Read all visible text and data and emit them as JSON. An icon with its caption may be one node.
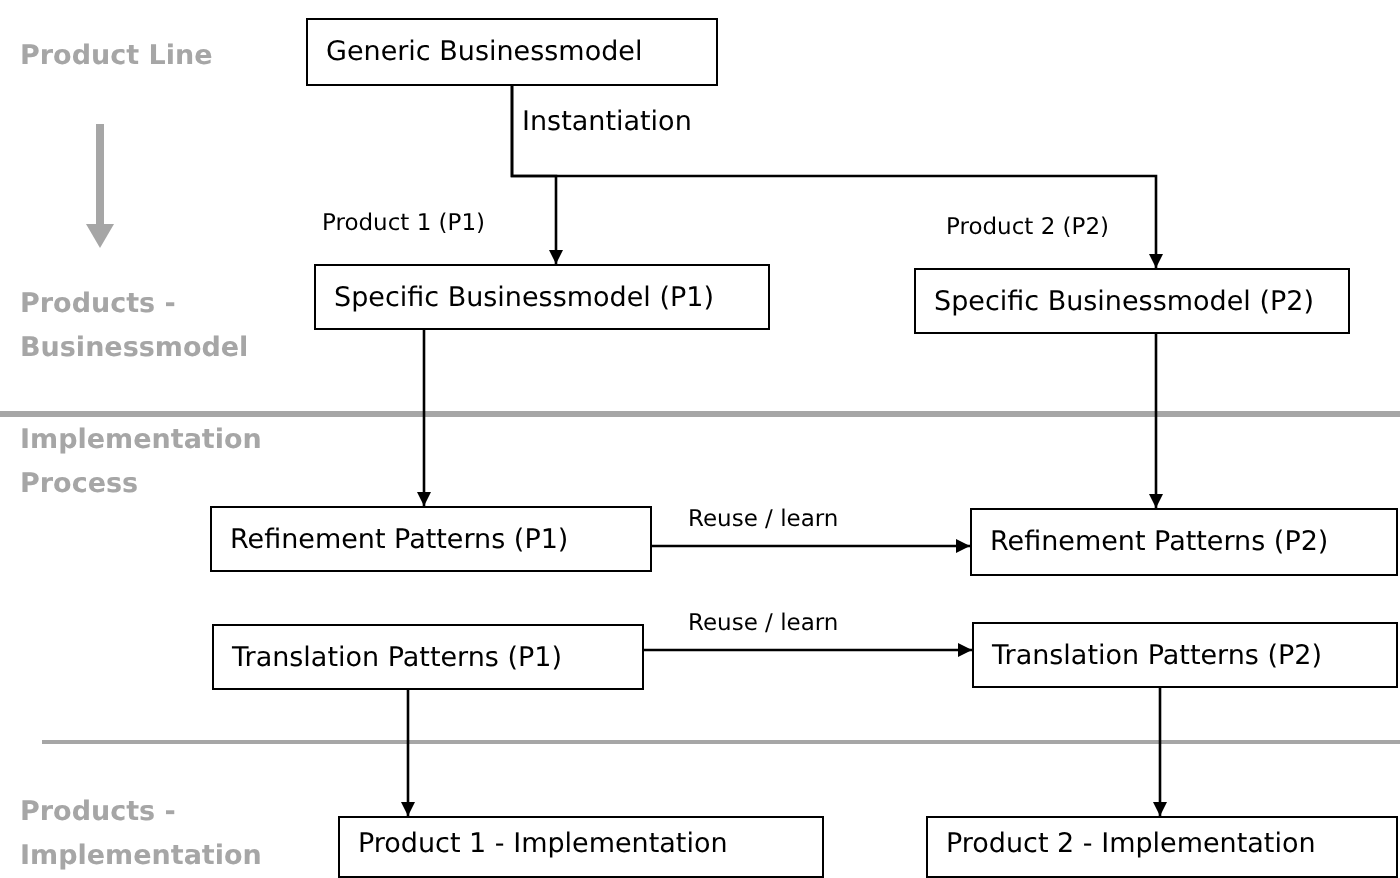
{
  "diagram": {
    "nodes": [
      {
        "text": [
          "Generic Businessmodel"
        ]
      },
      {
        "text": [
          "Specific Businessmodel (P1)"
        ]
      },
      {
        "text": [
          "Specific Businessmodel (P2)"
        ]
      },
      {
        "text": [
          "Refinement Patterns (P1)"
        ]
      },
      {
        "text": [
          "Refinement Patterns (P2)"
        ]
      },
      {
        "text": [
          "Translation Patterns (P1)"
        ]
      },
      {
        "text": [
          "Translation Patterns (P2)"
        ]
      },
      {
        "text": [
          "Product 1 - Implementation"
        ]
      },
      {
        "text": [
          "Product 2 - Implementation"
        ]
      }
    ],
    "edges": [
      {
        "from": 0,
        "to": 1,
        "arrow": "to",
        "label": "Product 1 (P1)"
      },
      {
        "from": 0,
        "to": 2,
        "arrow": "to",
        "label": "Product 2 (P2)"
      },
      {
        "from": 1,
        "to": 3,
        "arrow": "to"
      },
      {
        "from": 2,
        "to": 4,
        "arrow": "to"
      },
      {
        "from": 3,
        "to": 4,
        "arrow": "to",
        "label": "Reuse / learn"
      },
      {
        "from": 5,
        "to": 6,
        "arrow": "to",
        "label": "Reuse / learn"
      },
      {
        "from": 5,
        "to": 7,
        "arrow": "to"
      },
      {
        "from": 6,
        "to": 8,
        "arrow": "to"
      }
    ],
    "labels": [
      "Product Line",
      "Instantiation",
      "Products - Businessmodel",
      "Implementation Process",
      "Products - Implementation"
    ]
  }
}
